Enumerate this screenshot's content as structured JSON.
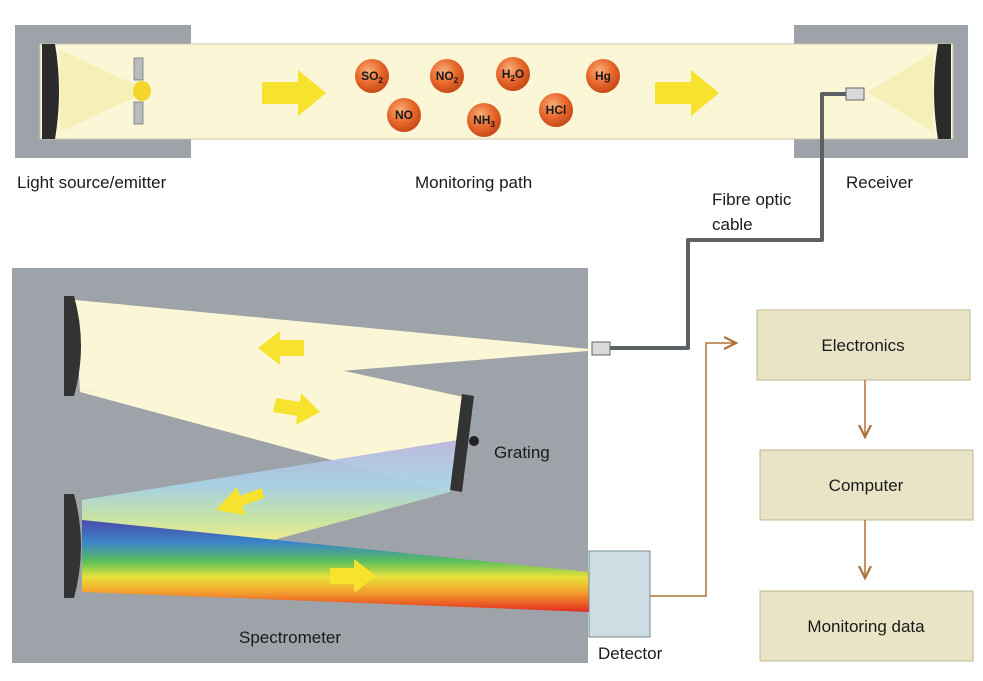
{
  "labels": {
    "light_source": "Light source/emitter",
    "monitoring_path": "Monitoring path",
    "receiver": "Receiver",
    "fibre_line1": "Fibre optic",
    "fibre_line2": "cable",
    "grating": "Grating",
    "spectrometer": "Spectrometer",
    "detector": "Detector"
  },
  "flow_boxes": {
    "electronics": "Electronics",
    "computer": "Computer",
    "monitoring_data": "Monitoring data"
  },
  "molecules": [
    {
      "main": "SO",
      "sub": "2",
      "tail": ""
    },
    {
      "main": "NO",
      "sub": "2",
      "tail": ""
    },
    {
      "main": "H",
      "sub": "2",
      "tail": "O"
    },
    {
      "main": "Hg",
      "sub": "",
      "tail": ""
    },
    {
      "main": "NO",
      "sub": "",
      "tail": ""
    },
    {
      "main": "NH",
      "sub": "3",
      "tail": ""
    },
    {
      "main": "HCl",
      "sub": "",
      "tail": ""
    }
  ],
  "colors": {
    "housing_gray": "#9da3a8",
    "beam_yellow": "#fbf7d6",
    "arrow_yellow": "#f7e22e",
    "molecule_orange": "#e8662a",
    "box_fill": "#e9e4c6",
    "connector_brown": "#b0703a"
  }
}
